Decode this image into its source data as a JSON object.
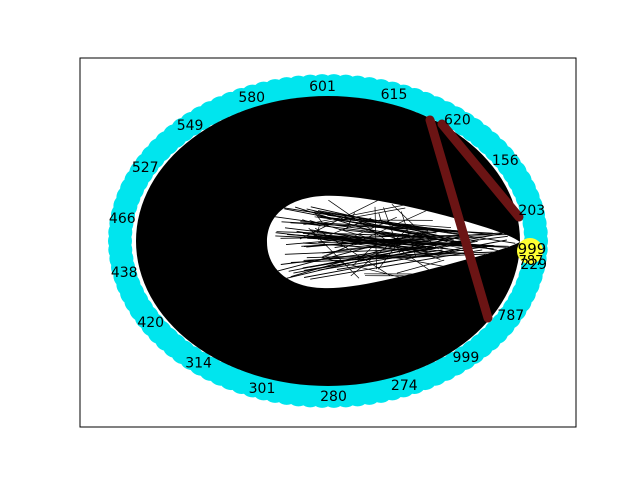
{
  "figure": {
    "kind": "network graph drawing (circular layout)",
    "colors": {
      "frame": "#000000",
      "node_fill": "#00e5ee",
      "highlight_node_fill": "#ffff33",
      "edge": "#000000",
      "highlight_edge": "#6b1414",
      "background": "#ffffff"
    },
    "highlighted_nodes": [
      {
        "label": "999"
      },
      {
        "label": "787"
      }
    ],
    "visible_node_labels": [
      "156",
      "203",
      "229",
      "787",
      "999",
      "274",
      "280",
      "301",
      "314",
      "420",
      "438",
      "466",
      "527",
      "549",
      "580",
      "601",
      "615",
      "620"
    ]
  }
}
